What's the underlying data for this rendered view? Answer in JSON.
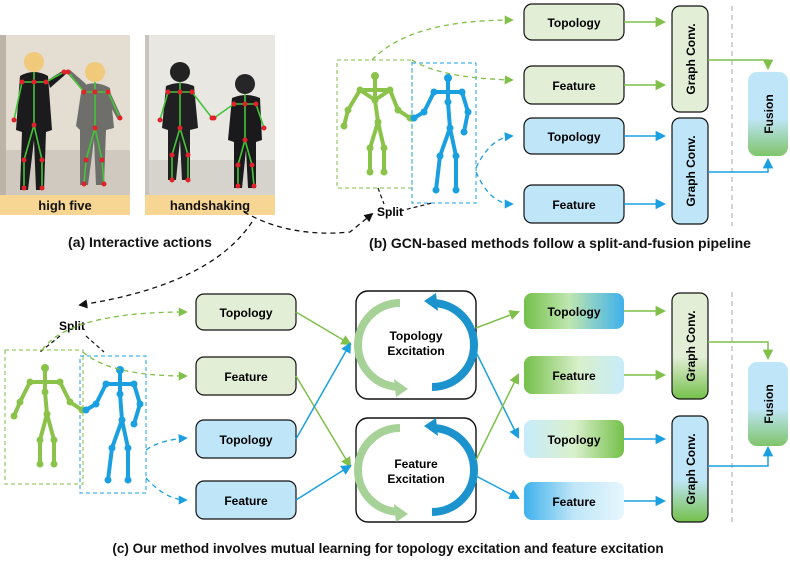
{
  "panel_a": {
    "photo1_label": "high five",
    "photo2_label": "handshaking",
    "caption": "(a) Interactive actions"
  },
  "panel_b": {
    "top_topology": "Topology",
    "top_feature": "Feature",
    "bot_topology": "Topology",
    "bot_feature": "Feature",
    "graph_conv_1": "Graph Conv.",
    "graph_conv_2": "Graph Conv.",
    "fusion": "Fusion",
    "split": "Split",
    "caption": "(b) GCN-based methods follow a split-and-fusion pipeline"
  },
  "panel_c": {
    "split": "Split",
    "in_topology_green": "Topology",
    "in_feature_green": "Feature",
    "in_topology_blue": "Topology",
    "in_feature_blue": "Feature",
    "topology_excitation_1": "Topology",
    "topology_excitation_2": "Excitation",
    "feature_excitation_1": "Feature",
    "feature_excitation_2": "Excitation",
    "out_topology_1": "Topology",
    "out_feature_1": "Feature",
    "out_topology_2": "Topology",
    "out_feature_2": "Feature",
    "graph_conv_1": "Graph Conv.",
    "graph_conv_2": "Graph Conv.",
    "fusion": "Fusion",
    "caption": "(c) Our method involves mutual learning for topology excitation and feature excitation"
  },
  "colors": {
    "green": "#7fbf4a",
    "green_fill": "#e3eed7",
    "blue": "#1aa0e0",
    "blue_fill": "#bfe6f8",
    "label_bg": "#f7d592"
  }
}
